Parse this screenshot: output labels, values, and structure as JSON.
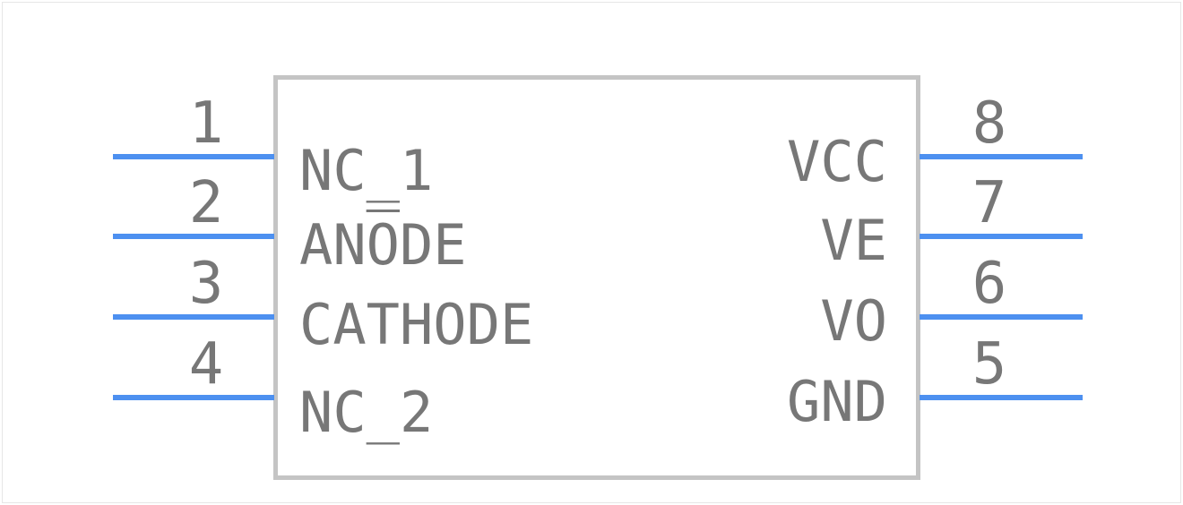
{
  "component": {
    "left_pins": [
      {
        "number": "1",
        "label": "NC_1"
      },
      {
        "number": "2",
        "label_pre": "AN",
        "label_over": "O",
        "label_post": "DE"
      },
      {
        "number": "3",
        "label": "CATHODE"
      },
      {
        "number": "4",
        "label": "NC_2"
      }
    ],
    "right_pins": [
      {
        "number": "8",
        "label": "VCC"
      },
      {
        "number": "7",
        "label": "VE"
      },
      {
        "number": "6",
        "label": "VO"
      },
      {
        "number": "5",
        "label": "GND"
      }
    ],
    "colors": {
      "pin": "#4d90f0",
      "body_outline": "#c4c4c4",
      "text": "#777777"
    }
  }
}
